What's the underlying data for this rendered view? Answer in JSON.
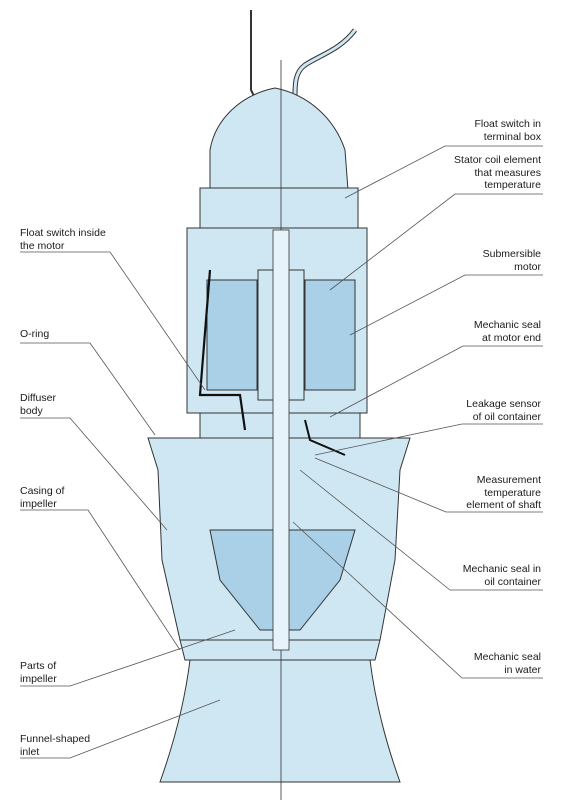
{
  "labels_right": [
    {
      "id": "float-switch-terminal-box",
      "text": "Float switch in\nterminal box"
    },
    {
      "id": "stator-coil-element",
      "text": "Stator coil element\nthat measures\ntemperature"
    },
    {
      "id": "submersible-motor",
      "text": "Submersible\nmotor"
    },
    {
      "id": "mechanic-seal-motor-end",
      "text": "Mechanic seal\nat motor end"
    },
    {
      "id": "leakage-sensor",
      "text": "Leakage sensor\nof oil container"
    },
    {
      "id": "measurement-temperature",
      "text": "Measurement\ntemperature\nelement of shaft"
    },
    {
      "id": "mechanic-seal-oil",
      "text": "Mechanic seal in\noil container"
    },
    {
      "id": "mechanic-seal-water",
      "text": "Mechanic seal\nin water"
    }
  ],
  "labels_left": [
    {
      "id": "float-switch-motor",
      "text": "Float switch inside\nthe motor"
    },
    {
      "id": "o-ring",
      "text": "O-ring"
    },
    {
      "id": "diffuser-body",
      "text": "Diffuser\nbody"
    },
    {
      "id": "casing-of-impeller",
      "text": "Casing of\nimpeller"
    },
    {
      "id": "parts-of-impeller",
      "text": "Parts of\nimpeller"
    },
    {
      "id": "funnel-shaped-inlet",
      "text": "Funnel-shaped\ninlet"
    }
  ],
  "colors": {
    "fill": "#cfe7f3",
    "fill_dark": "#a9d0e6",
    "stroke": "#333333",
    "leader": "#555555"
  }
}
